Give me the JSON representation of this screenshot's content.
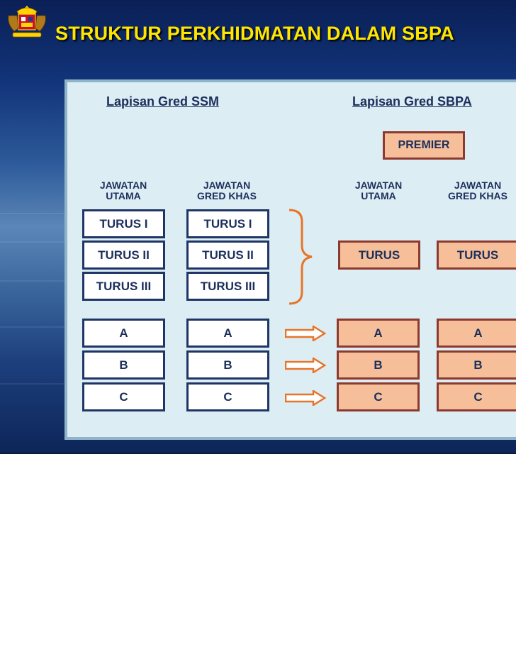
{
  "title": "STRUKTUR PERKHIDMATAN DALAM SBPA",
  "left_layer": {
    "heading": "Lapisan Gred SSM",
    "col1_header": [
      "JAWATAN",
      "UTAMA"
    ],
    "col2_header": [
      "JAWATAN",
      "GRED KHAS"
    ],
    "turus": [
      "TURUS I",
      "TURUS II",
      "TURUS III"
    ],
    "grades": [
      "A",
      "B",
      "C"
    ]
  },
  "right_layer": {
    "heading": "Lapisan Gred SBPA",
    "premier": "PREMIER",
    "col1_header": [
      "JAWATAN",
      "UTAMA"
    ],
    "col2_header": [
      "JAWATAN",
      "GRED KHAS"
    ],
    "turus": "TURUS",
    "grades": [
      "A",
      "B",
      "C"
    ]
  },
  "colors": {
    "title": "#ffe600",
    "panel": "#dcedf3",
    "box_border": "#1f3566",
    "sbpa_fill": "#f6bf99",
    "sbpa_border": "#8c3a30",
    "arrow": "#e8742a"
  }
}
